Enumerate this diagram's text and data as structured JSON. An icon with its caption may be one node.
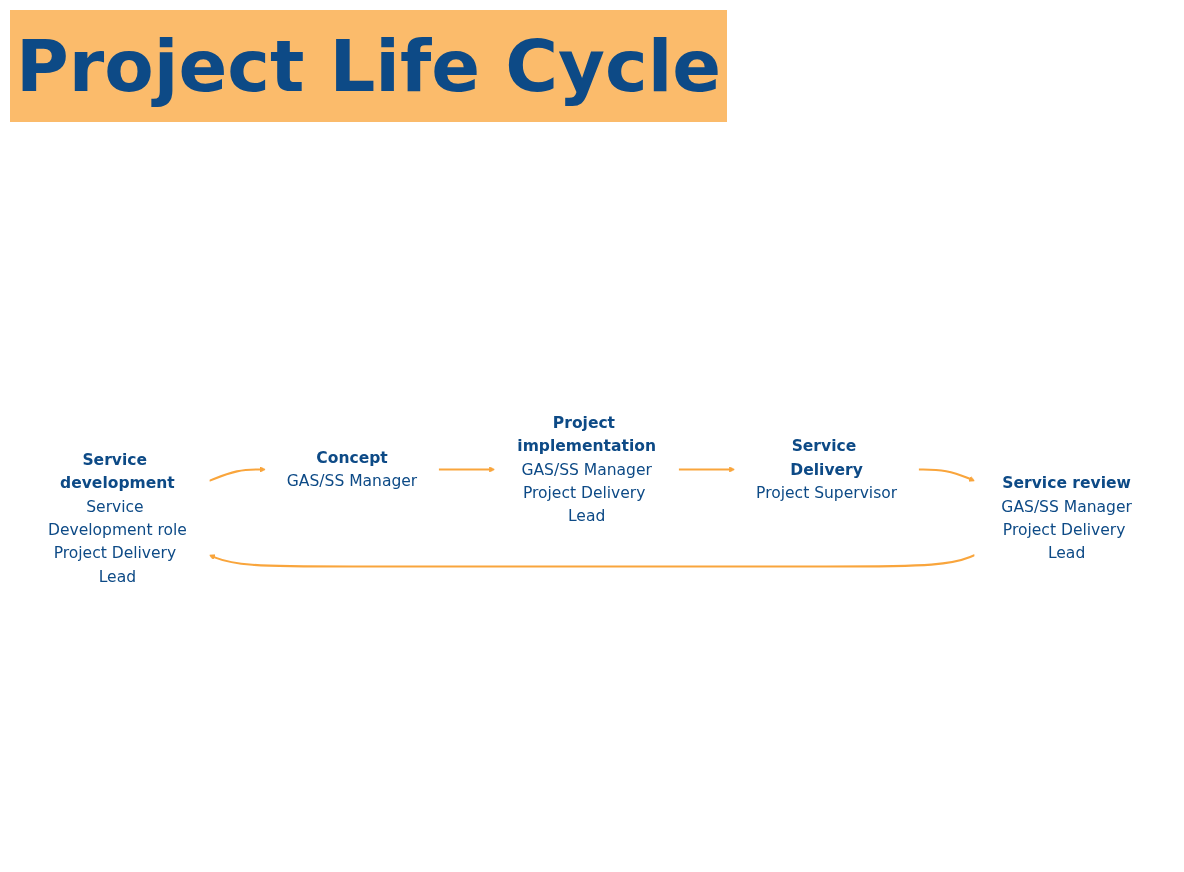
{
  "diagram": {
    "title": "Project Life Cycle",
    "nodes": [
      {
        "text": [
          "Service development",
          "Service Development role",
          "Project Delivery Lead"
        ]
      },
      {
        "text": [
          "Concept",
          "GAS/SS Manager"
        ]
      },
      {
        "text": [
          "Project implementation",
          "GAS/SS Manager",
          "Project Delivery Lead"
        ]
      },
      {
        "text": [
          "Service Delivery",
          "Project Supervisor"
        ]
      },
      {
        "text": [
          "Service review",
          "GAS/SS Manager",
          "Project Delivery Lead"
        ]
      }
    ],
    "edges": [
      {
        "from": 0,
        "to": 1,
        "arrow": "to"
      },
      {
        "from": 1,
        "to": 2,
        "arrow": "to"
      },
      {
        "from": 2,
        "to": 3,
        "arrow": "to"
      },
      {
        "from": 3,
        "to": 4,
        "arrow": "to"
      },
      {
        "from": 4,
        "to": 0,
        "arrow": "to"
      }
    ]
  }
}
